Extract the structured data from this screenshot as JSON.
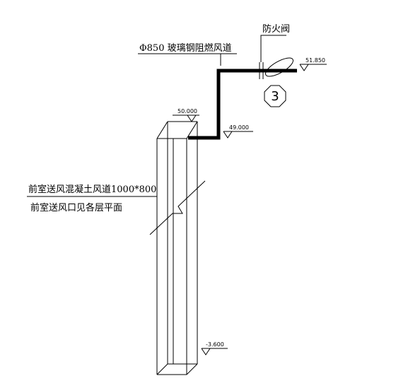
{
  "labels": {
    "duct_spec": "Φ850 玻璃钢阻燃风道",
    "damper": "防火阀",
    "concrete_duct": "前室送风混凝土风道1000*800",
    "outlet_note": "前室送风口见各层平面",
    "detail_number": "3"
  },
  "elevations": {
    "top_outlet": "51.850",
    "shaft_top": "50.000",
    "duct_entry": "49.000",
    "shaft_bottom": "-3.600"
  },
  "colors": {
    "line": "#000000",
    "background": "#ffffff"
  }
}
